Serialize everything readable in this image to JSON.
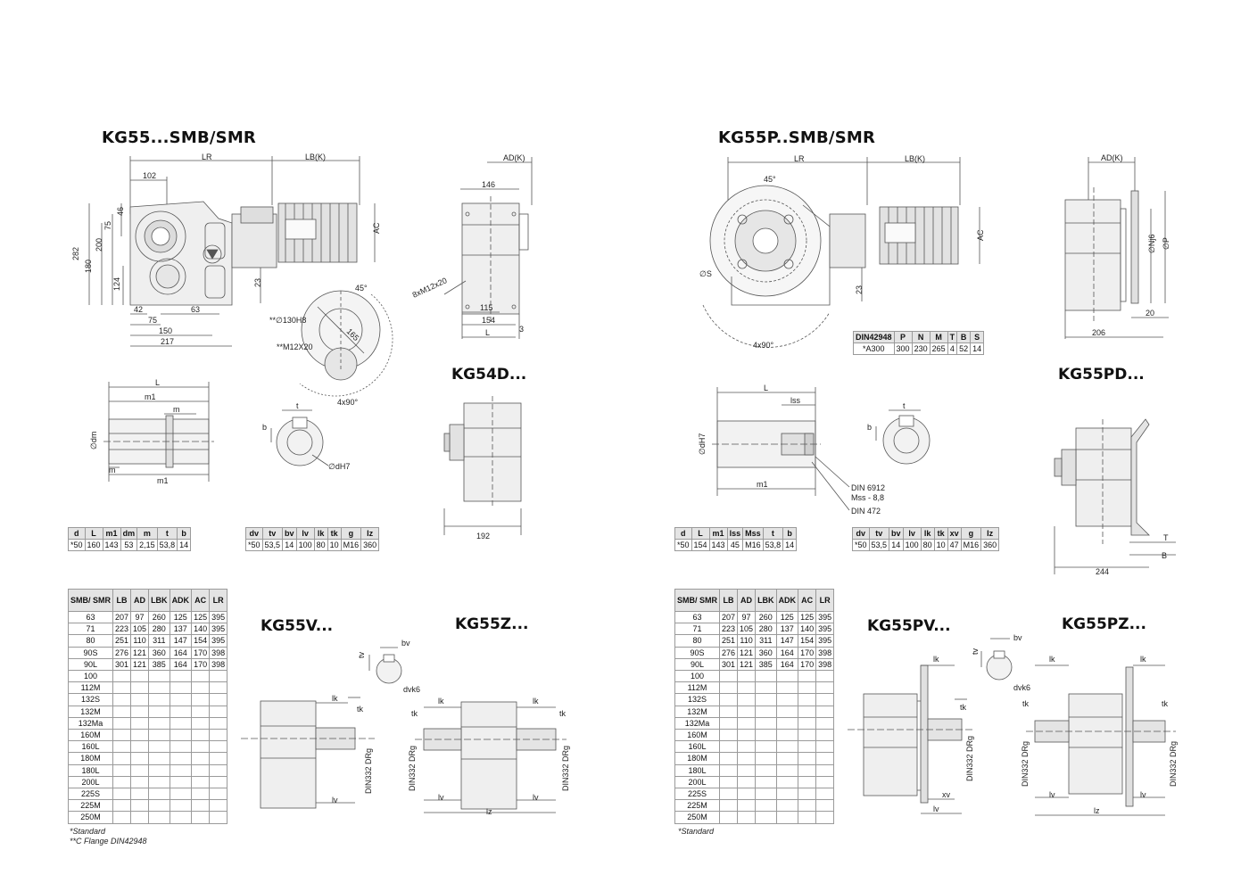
{
  "titles": {
    "left_main": "KG55...SMB/SMR",
    "right_main": "KG55P..SMB/SMR",
    "kg54d": "KG54D...",
    "kg55pd": "KG55PD...",
    "kg55v": "KG55V...",
    "kg55z": "KG55Z...",
    "kg55pv": "KG55PV...",
    "kg55pz": "KG55PZ..."
  },
  "labels": {
    "LR": "LR",
    "LBK": "LB(K)",
    "ADK": "AD(K)",
    "AC": "AC",
    "d102": "102",
    "d146": "146",
    "d282": "282",
    "d180": "180",
    "d200": "200",
    "d75": "75",
    "d46": "46",
    "d124": "124",
    "d23": "23",
    "d42": "42",
    "d75b": "75",
    "d63": "63",
    "d150": "150",
    "d217": "217",
    "d115": "115",
    "d154": "154",
    "L": "L",
    "d3": "3",
    "bolt": "8xM12x20",
    "deg45": "45°",
    "c130": "**∅130H8",
    "d165": "165",
    "m12": "**M12X20",
    "x490": "4x90°",
    "m1": "m1",
    "m": "m",
    "dm": "∅dm",
    "t": "t",
    "b": "b",
    "dH7": "∅dH7",
    "d192": "192",
    "lss": "lss",
    "din6912": "DIN 6912",
    "mss": "Mss - 8,8",
    "din472": "DIN 472",
    "S": "∅S",
    "N": "∅Nj6",
    "P": "∅P",
    "d206": "206",
    "d20": "20",
    "d244": "244",
    "T": "T",
    "B": "B",
    "bv": "bv",
    "tv": "tv",
    "dvk6": "dvk6",
    "lk": "lk",
    "tk": "tk",
    "lv": "lv",
    "lz": "lz",
    "xv": "xv",
    "din332": "DIN332 DRg"
  },
  "table_left_d": {
    "headers": [
      "d",
      "L",
      "m1",
      "dm",
      "m",
      "t",
      "b"
    ],
    "row": [
      "*50",
      "160",
      "143",
      "53",
      "2,15",
      "53,8",
      "14"
    ]
  },
  "table_left_dv": {
    "headers": [
      "dv",
      "tv",
      "bv",
      "lv",
      "lk",
      "tk",
      "g",
      "lz"
    ],
    "row": [
      "*50",
      "53,5",
      "14",
      "100",
      "80",
      "10",
      "M16",
      "360"
    ]
  },
  "table_flange": {
    "headers": [
      "DIN42948",
      "P",
      "N",
      "M",
      "T",
      "B",
      "S"
    ],
    "row": [
      "*A300",
      "300",
      "230",
      "265",
      "4",
      "52",
      "14"
    ]
  },
  "table_right_d": {
    "headers": [
      "d",
      "L",
      "m1",
      "lss",
      "Mss",
      "t",
      "b"
    ],
    "row": [
      "*50",
      "154",
      "143",
      "45",
      "M16",
      "53,8",
      "14"
    ]
  },
  "table_right_dv": {
    "headers": [
      "dv",
      "tv",
      "bv",
      "lv",
      "lk",
      "tk",
      "xv",
      "g",
      "lz"
    ],
    "row": [
      "*50",
      "53,5",
      "14",
      "100",
      "80",
      "10",
      "47",
      "M16",
      "360"
    ]
  },
  "motor_table": {
    "headers": [
      "SMB/ SMR",
      "LB",
      "AD",
      "LBK",
      "ADK",
      "AC",
      "LR"
    ],
    "rows": [
      [
        "63",
        "207",
        "97",
        "260",
        "125",
        "125",
        "395"
      ],
      [
        "71",
        "223",
        "105",
        "280",
        "137",
        "140",
        "395"
      ],
      [
        "80",
        "251",
        "110",
        "311",
        "147",
        "154",
        "395"
      ],
      [
        "90S",
        "276",
        "121",
        "360",
        "164",
        "170",
        "398"
      ],
      [
        "90L",
        "301",
        "121",
        "385",
        "164",
        "170",
        "398"
      ],
      [
        "100",
        "",
        "",
        "",
        "",
        "",
        ""
      ],
      [
        "112M",
        "",
        "",
        "",
        "",
        "",
        ""
      ],
      [
        "132S",
        "",
        "",
        "",
        "",
        "",
        ""
      ],
      [
        "132M",
        "",
        "",
        "",
        "",
        "",
        ""
      ],
      [
        "132Ma",
        "",
        "",
        "",
        "",
        "",
        ""
      ],
      [
        "160M",
        "",
        "",
        "",
        "",
        "",
        ""
      ],
      [
        "160L",
        "",
        "",
        "",
        "",
        "",
        ""
      ],
      [
        "180M",
        "",
        "",
        "",
        "",
        "",
        ""
      ],
      [
        "180L",
        "",
        "",
        "",
        "",
        "",
        ""
      ],
      [
        "200L",
        "",
        "",
        "",
        "",
        "",
        ""
      ],
      [
        "225S",
        "",
        "",
        "",
        "",
        "",
        ""
      ],
      [
        "225M",
        "",
        "",
        "",
        "",
        "",
        ""
      ],
      [
        "250M",
        "",
        "",
        "",
        "",
        "",
        ""
      ]
    ]
  },
  "notes": {
    "standard": "*Standard",
    "cflange": "**C Flange DIN42948",
    "standard_right": "*Standard"
  }
}
